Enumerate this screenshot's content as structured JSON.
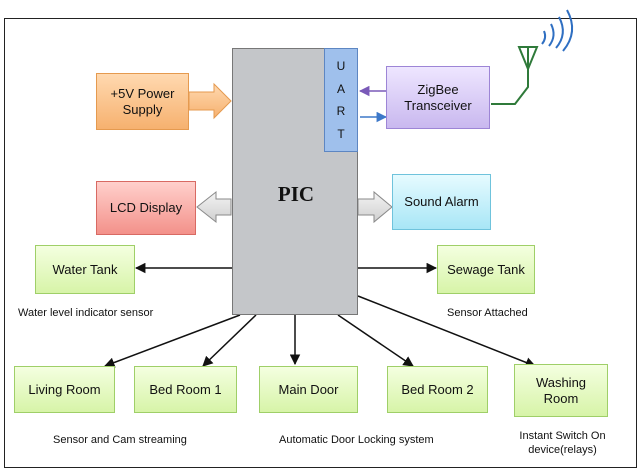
{
  "center": {
    "label": "PIC",
    "uart": [
      "U",
      "A",
      "R",
      "T"
    ]
  },
  "blocks": {
    "power": "+5V Power Supply",
    "lcd": "LCD Display",
    "zigbee": "ZigBee Transceiver",
    "alarm": "Sound Alarm",
    "water_tank": "Water Tank",
    "sewage_tank": "Sewage Tank",
    "living_room": "Living Room",
    "bed_room_1": "Bed Room 1",
    "main_door": "Main Door",
    "bed_room_2": "Bed Room 2",
    "washing_room": "Washing Room"
  },
  "captions": {
    "water_level": "Water level indicator sensor",
    "sensor_attached": "Sensor Attached",
    "cam_streaming": "Sensor and Cam streaming",
    "door_locking": "Automatic Door Locking system",
    "instant_switch": "Instant Switch On device(relays)"
  },
  "colors": {
    "green_box": "#d7f4a8",
    "orange_box": "#f6b16f",
    "red_box": "#f3918a",
    "purple_box": "#c9b8ef",
    "cyan_box": "#a8e6f6",
    "pic": "#c4c6c9",
    "uart": "#9fc0ec"
  }
}
